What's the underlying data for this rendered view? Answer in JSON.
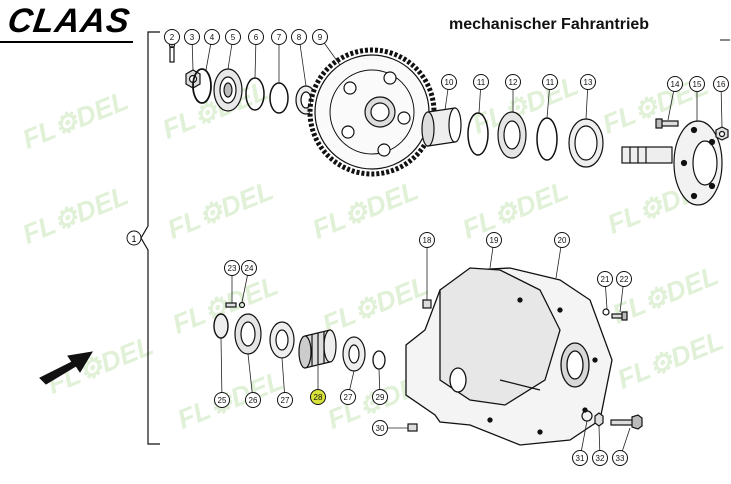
{
  "brand_logo_text": "CLAAS",
  "title": "mechanischer Fahrantrieb",
  "watermark_text": "FL⚙DEL",
  "group_label": "1",
  "callouts": [
    {
      "label": "2",
      "highlight": false
    },
    {
      "label": "3",
      "highlight": false
    },
    {
      "label": "4",
      "highlight": false
    },
    {
      "label": "5",
      "highlight": false
    },
    {
      "label": "6",
      "highlight": false
    },
    {
      "label": "7",
      "highlight": false
    },
    {
      "label": "8",
      "highlight": false
    },
    {
      "label": "9",
      "highlight": false
    },
    {
      "label": "10",
      "highlight": false
    },
    {
      "label": "11",
      "highlight": false
    },
    {
      "label": "12",
      "highlight": false
    },
    {
      "label": "11",
      "highlight": false
    },
    {
      "label": "13",
      "highlight": false
    },
    {
      "label": "14",
      "highlight": false
    },
    {
      "label": "15",
      "highlight": false
    },
    {
      "label": "16",
      "highlight": false
    },
    {
      "label": "18",
      "highlight": false
    },
    {
      "label": "19",
      "highlight": false
    },
    {
      "label": "20",
      "highlight": false
    },
    {
      "label": "21",
      "highlight": false
    },
    {
      "label": "22",
      "highlight": false
    },
    {
      "label": "23",
      "highlight": false
    },
    {
      "label": "24",
      "highlight": false
    },
    {
      "label": "25",
      "highlight": false
    },
    {
      "label": "26",
      "highlight": false
    },
    {
      "label": "27",
      "highlight": false
    },
    {
      "label": "28",
      "highlight": true
    },
    {
      "label": "27",
      "highlight": false
    },
    {
      "label": "29",
      "highlight": false
    },
    {
      "label": "30",
      "highlight": false
    },
    {
      "label": "31",
      "highlight": false
    },
    {
      "label": "32",
      "highlight": false
    },
    {
      "label": "33",
      "highlight": false
    }
  ],
  "colors": {
    "highlight": "#d8e23a",
    "ink": "#111111",
    "watermark": "#c8e6b8"
  }
}
